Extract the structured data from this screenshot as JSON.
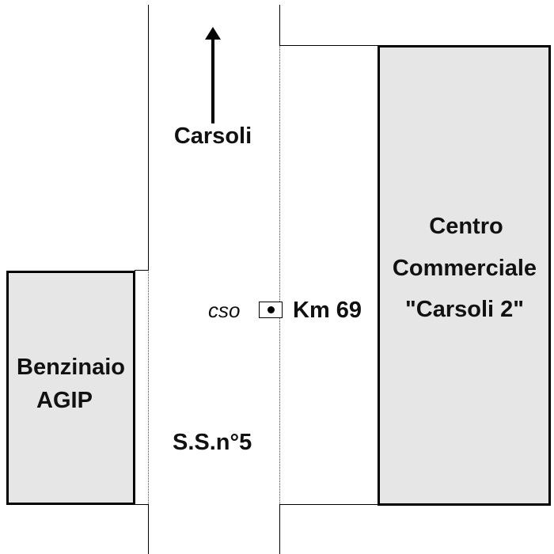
{
  "colors": {
    "building_fill": "#e6e6e6",
    "line": "#000000",
    "text": "#111111"
  },
  "labels": {
    "direction": "Carsoli",
    "station_code": "cso",
    "kilometer": "Km 69",
    "road": "S.S.n°5"
  },
  "buildings": {
    "left": {
      "lines": [
        "Benzinaio",
        "AGIP"
      ]
    },
    "right": {
      "lines": [
        "Centro",
        "Commerciale",
        "\"Carsoli 2\""
      ]
    }
  },
  "icons": {
    "arrow": "north-arrow-icon",
    "station": "measuring-station-icon"
  }
}
